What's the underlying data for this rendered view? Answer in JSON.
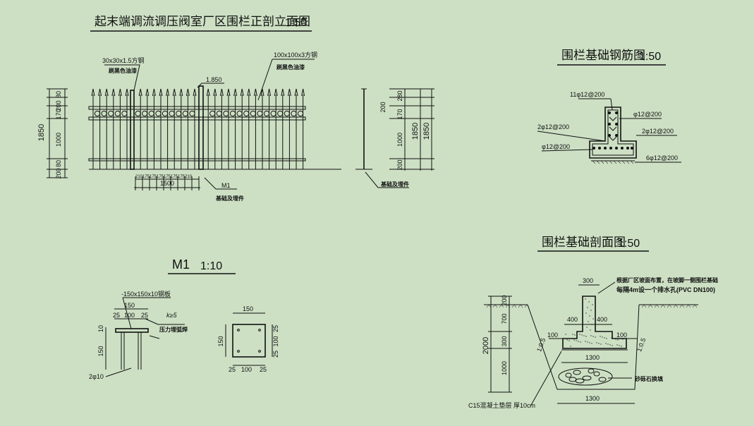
{
  "titles": {
    "elevation": "起末端调流调压阀室厂区围栏正剖立面图",
    "elevation_scale": "1:50",
    "rebar": "围栏基础钢筋图",
    "rebar_scale": "1:50",
    "section": "围栏基础剖面图",
    "section_scale": "1:50",
    "m1": "M1",
    "m1_scale": "1:10"
  },
  "elevation": {
    "post_small_spec": "30x30x1.5方钢",
    "post_small_paint": "刷黑色油漆",
    "post_big_spec": "100x100x3方钢",
    "post_big_paint": "刷黑色油漆",
    "height_mark": "1.850",
    "m1_tag": "M1",
    "foundation_tag": "基础及埋件",
    "total_height": "1850",
    "vertical_dims": [
      "200",
      "80",
      "170",
      "1000",
      "80",
      "200"
    ],
    "spacing_dims": [
      "210",
      "175",
      "175",
      "175",
      "175",
      "175",
      "175",
      "210"
    ],
    "panel_width": "1500"
  },
  "side": {
    "vertical_dims": [
      "200",
      "280",
      "170",
      "1000",
      "200"
    ],
    "total_outer": "1850",
    "total_inner": "1850",
    "foundation_tag": "基础及埋件"
  },
  "rebar": {
    "labels": [
      "11φ12@200",
      "φ12@200",
      "2φ12@200",
      "2φ12@200",
      "φ12@200",
      "6φ12@200"
    ]
  },
  "section": {
    "note_line1": "根据厂区坡面布置，在坡脚一侧围栏基础",
    "note_line2": "每隔4m设一个排水孔(PVC DN100)",
    "top_width": "300",
    "side_400_left": "400",
    "side_400_right": "400",
    "ledge_left": "100",
    "ledge_right": "100",
    "footing_width": "1300",
    "trench_width": "1300",
    "slope_left": "1:0.5",
    "slope_right": "1:0.5",
    "depth_total": "2000",
    "depth_dims": [
      "200",
      "700",
      "300",
      "1000"
    ],
    "gravel_label": "砂砾石换填",
    "cushion_label": "C15混凝土垫层 厚10cm"
  },
  "m1": {
    "plate_label": "-150x150x10钢板",
    "weld_label": "压力埋弧焊",
    "weld_size": "k≥5",
    "dim_150_top": "150",
    "dim_25_left": "25",
    "dim_100": "100",
    "dim_25_right": "25",
    "dim_10": "10",
    "dim_150_side": "150",
    "bar_label": "2φ10",
    "plan_150_top": "150",
    "plan_150_left": "150",
    "plan_25_a": "25",
    "plan_100_mid": "100",
    "plan_25_b": "25",
    "plan_bottom_25a": "25",
    "plan_bottom_100": "100",
    "plan_bottom_25b": "25"
  },
  "colors": {
    "background": "#cde0c4",
    "ink": "#111111"
  }
}
